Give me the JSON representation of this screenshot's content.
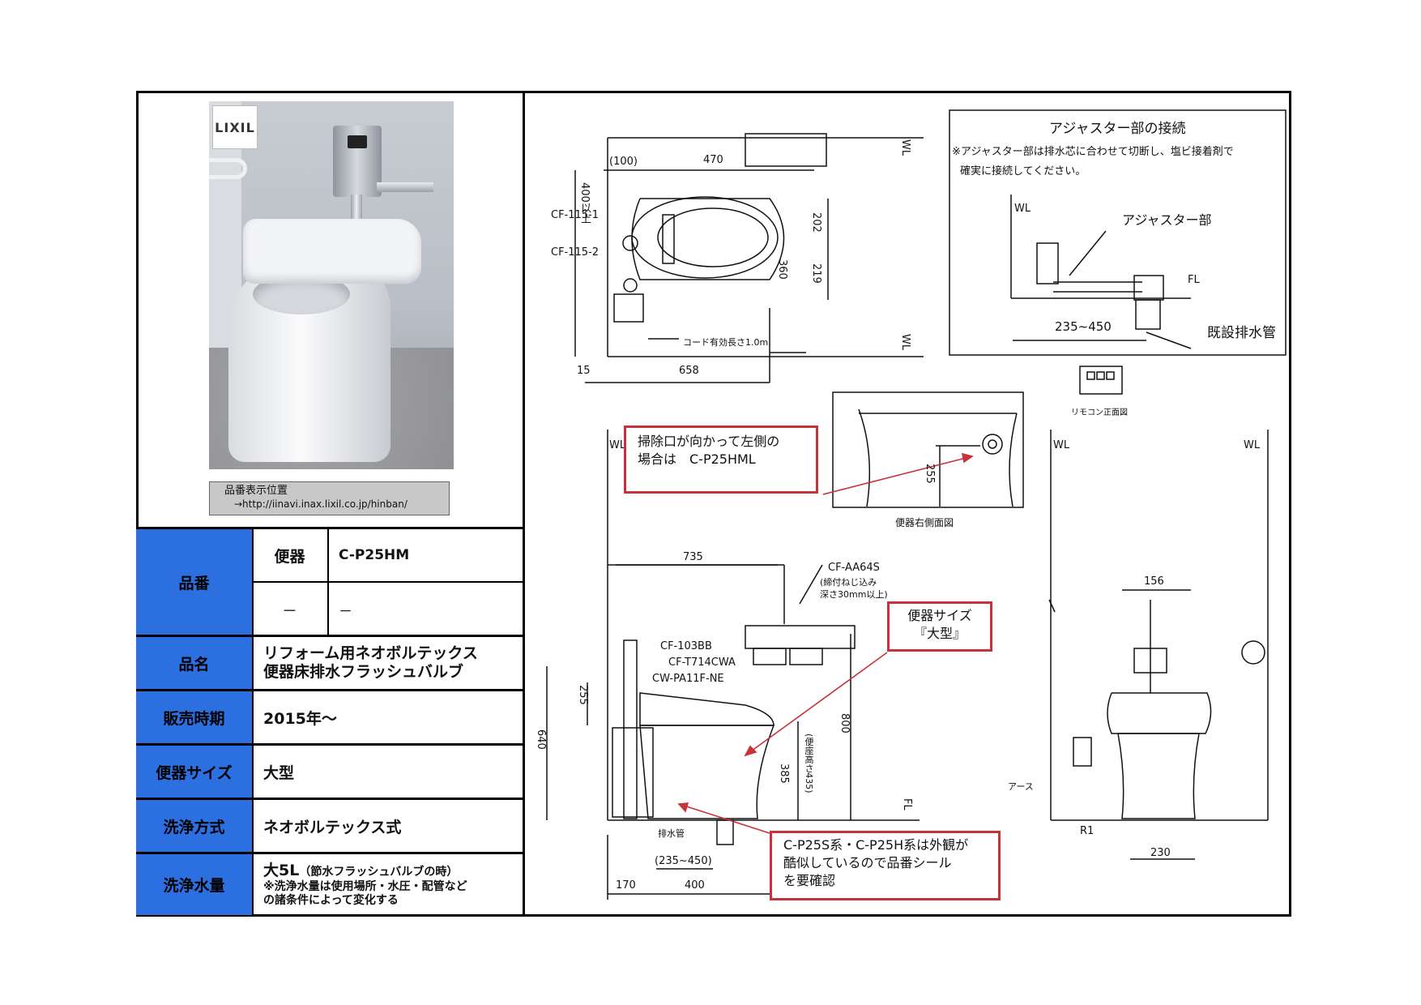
{
  "photo": {
    "logo": "LIXIL",
    "caption_title": "品番表示位置",
    "caption_url": "→http://iinavi.inax.lixil.co.jp/hinban/"
  },
  "spec_table": {
    "hinban_label": "品番",
    "hinban_rows": [
      {
        "key": "便器",
        "value": "C-P25HM"
      },
      {
        "key": "－",
        "value": "－"
      }
    ],
    "hinmei_label": "品名",
    "hinmei_line1": "リフォーム用ネオボルテックス",
    "hinmei_line2": "便器床排水フラッシュバルブ",
    "period_label": "販売時期",
    "period_value": "2015年～",
    "size_label": "便器サイズ",
    "size_value": "大型",
    "method_label": "洗浄方式",
    "method_value": "ネオボルテックス式",
    "water_label": "洗浄水量",
    "water_main": "大5L",
    "water_main_note": "（節水フラッシュバルブの時）",
    "water_note1": "※洗浄水量は使用場所・水圧・配管など",
    "water_note2": "の諸条件によって変化する"
  },
  "drawing": {
    "top_view": {
      "dim_100": "(100)",
      "dim_470": "470",
      "dim_400": "400以上",
      "label_cf1": "CF-115-1",
      "label_cf2": "CF-115-2",
      "dim_202": "202",
      "dim_360": "360",
      "dim_219": "219",
      "cord": "コード有効長さ1.0m",
      "dim_15": "15",
      "dim_658": "658",
      "wl_top": "WL",
      "wl_bottom": "WL"
    },
    "adjuster": {
      "title": "アジャスター部の接続",
      "note_line1": "※アジャスター部は排水芯に合わせて切断し、塩ビ接着剤で",
      "note_line2": "確実に接続してください。",
      "wl": "WL",
      "part_label": "アジャスター部",
      "fl": "FL",
      "dim_range": "235~450",
      "existing_pipe": "既設排水管"
    },
    "remote_label": "リモコン正面図",
    "side_section": {
      "dim_255": "255",
      "caption": "便器右側面図"
    },
    "side_view": {
      "wl": "WL",
      "dim_735": "735",
      "label_cfaa": "CF-AA64S",
      "label_cfaa_note1": "(締付ねじ込み",
      "label_cfaa_note2": "深さ30mm以上)",
      "label_103": "CF-103BB",
      "label_t714": "CF-T714CWA",
      "label_pa": "CW-PA11F-NE",
      "dim_255": "255",
      "dim_640": "640",
      "dim_800": "800",
      "dim_385": "385",
      "dim_435": "(便座高さ435)",
      "fl": "FL",
      "drain_label": "排水管",
      "dim_range": "(235~450)",
      "dim_170": "170",
      "dim_400": "400"
    },
    "front_view": {
      "wl_left": "WL",
      "wl_right": "WL",
      "dim_156": "156",
      "earth": "アース",
      "r1": "R1",
      "dim_230": "230"
    },
    "callouts": {
      "cleanout_line1": "掃除口が向かって左側の",
      "cleanout_line2": "場合は　C-P25HML",
      "size_line1": "便器サイズ",
      "size_line2": "『大型』",
      "similar_line1": "C-P25S系・C-P25H系は外観が",
      "similar_line2": "酷似しているので品番シール",
      "similar_line3": "を要確認"
    }
  },
  "colors": {
    "label_bg": "#2c6fe0",
    "callout_border": "#c8323a"
  }
}
